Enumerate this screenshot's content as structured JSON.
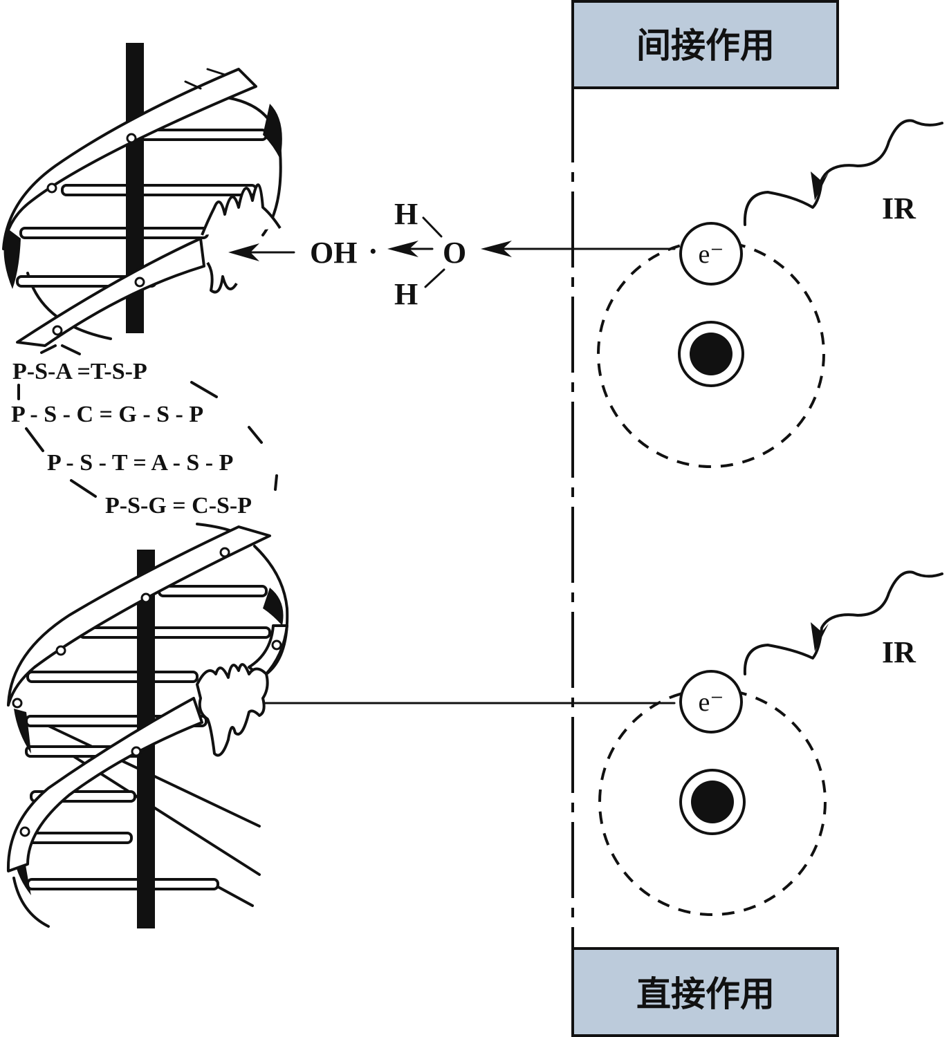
{
  "title": "Direct and indirect action of ionizing radiation on DNA",
  "labels": {
    "indirect_action": "间接作用",
    "direct_action": "直接作用",
    "radiation_top": "IR",
    "radiation_bottom": "IR",
    "electron_top": "e⁻",
    "electron_bottom": "e⁻"
  },
  "water_radiolysis": {
    "hydroxyl_radical": "OH",
    "radical_dot": "·",
    "oxygen": "O",
    "hydrogen_top": "H",
    "hydrogen_bottom": "H"
  },
  "dna_sequence": {
    "rows": [
      "P-S-A =T-S-P",
      "P - S - C = G - S - P",
      "P - S - T  =  A - S - P",
      "P-S-G = C-S-P"
    ]
  },
  "colors": {
    "label_box_fill": "#bccbdb",
    "ink": "#111111",
    "background": "#ffffff"
  }
}
